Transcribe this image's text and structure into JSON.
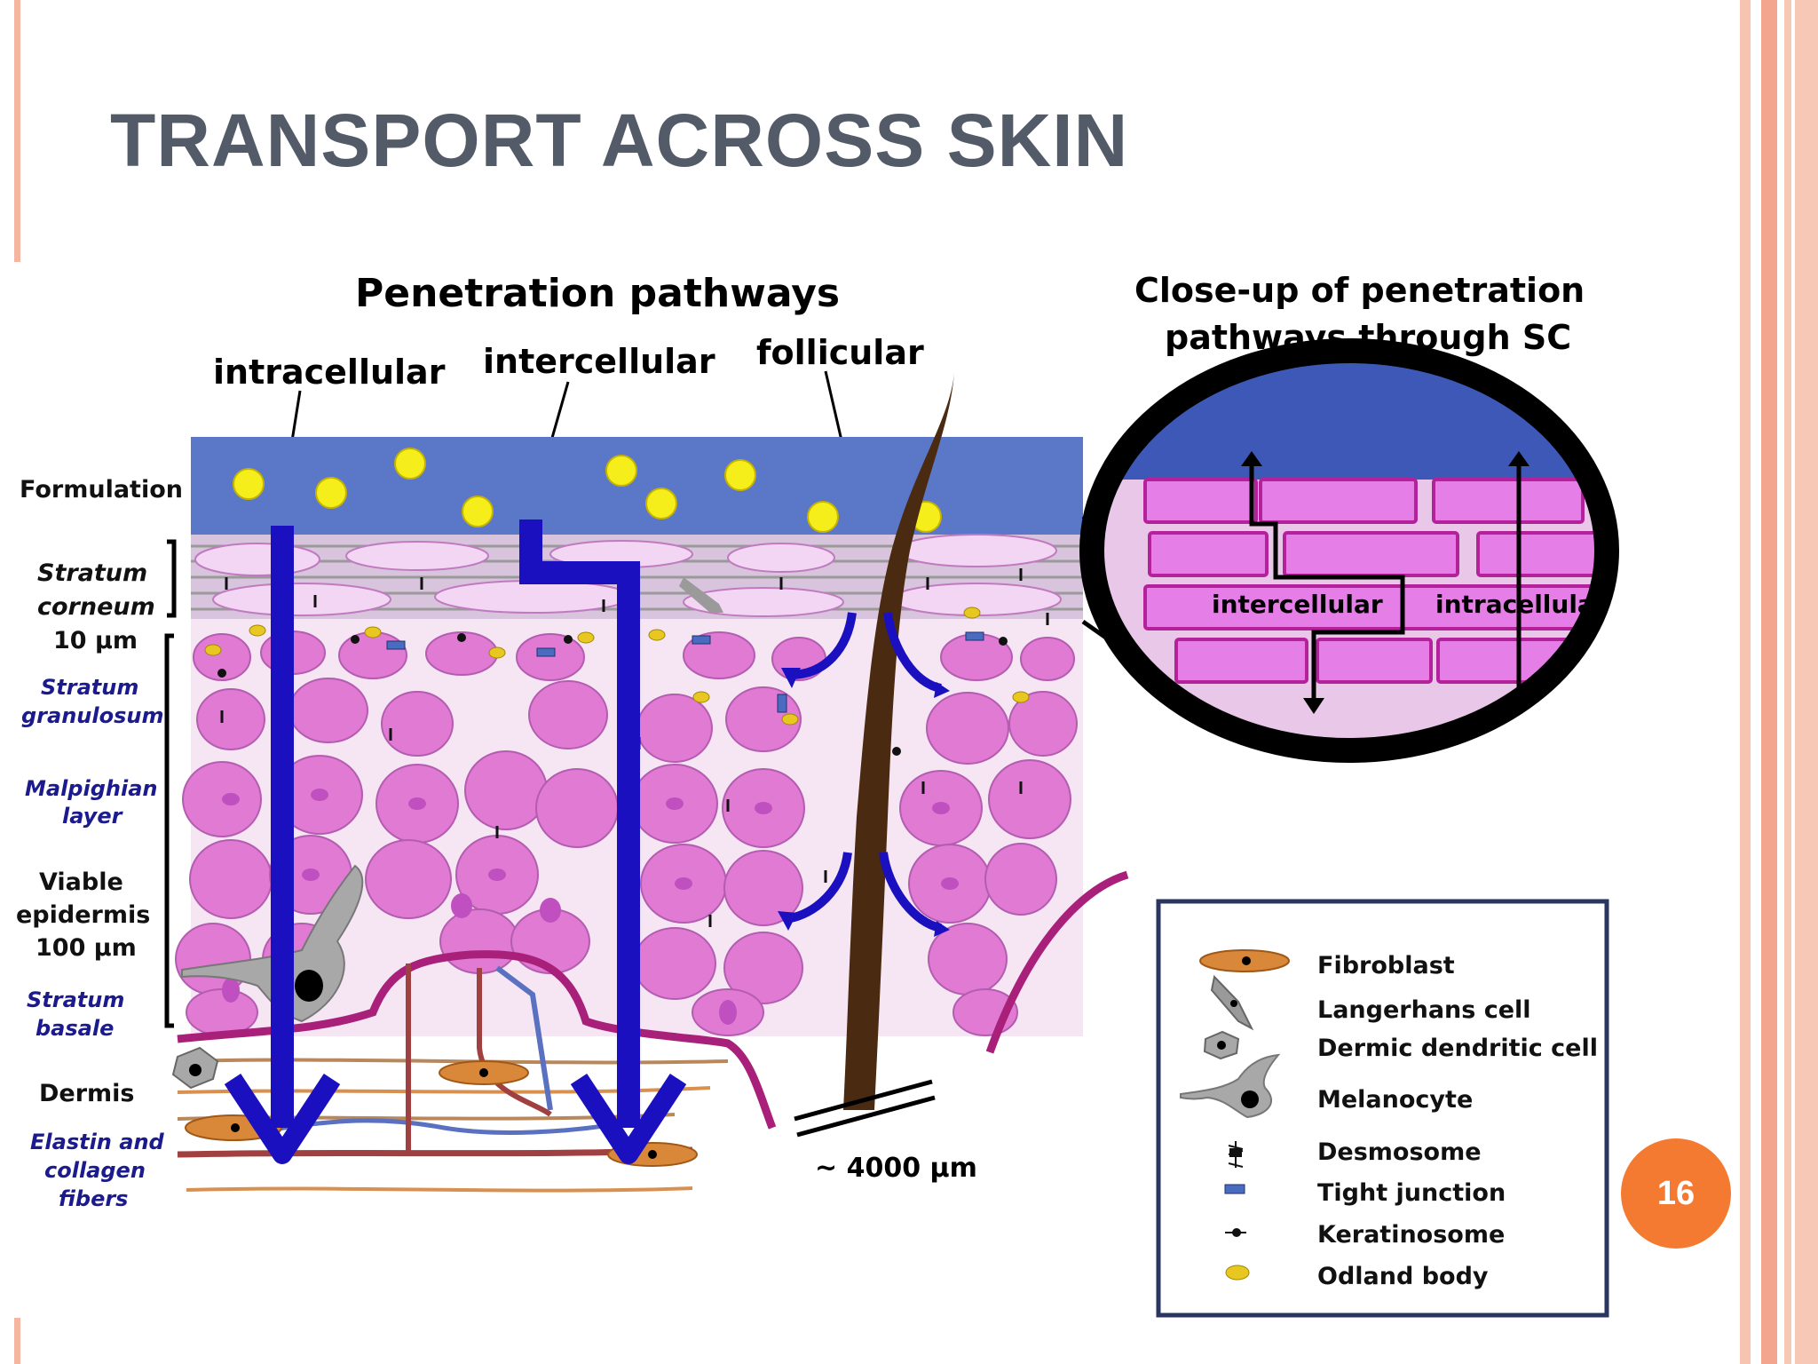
{
  "slide": {
    "title": "TRANSPORT ACROSS SKIN",
    "page_number": "16"
  },
  "diagram": {
    "heading": "Penetration pathways",
    "pathways": {
      "intracellular": "intracellular",
      "intercellular": "intercellular",
      "follicular": "follicular"
    },
    "closeup": {
      "title_line1": "Close-up of penetration",
      "title_line2": "pathways through SC",
      "intercellular": "intercellular",
      "intracellular": "intracellular"
    },
    "layers": {
      "formulation": "Formulation",
      "stratum_corneum_1": "Stratum",
      "stratum_corneum_2": "corneum",
      "stratum_corneum_size": "10 µm",
      "stratum_granulosum_1": "Stratum",
      "stratum_granulosum_2": "granulosum",
      "malpighian_1": "Malpighian",
      "malpighian_2": "layer",
      "viable_1": "Viable",
      "viable_2": "epidermis",
      "viable_size": "100 µm",
      "stratum_basale_1": "Stratum",
      "stratum_basale_2": "basale",
      "dermis": "Dermis",
      "elastin_1": "Elastin and",
      "elastin_2": "collagen",
      "elastin_3": "fibers"
    },
    "follicle_depth": "~ 4000 µm",
    "colors": {
      "formulation": "#5b78c8",
      "arrow": "#1a10c0",
      "cell_pink": "#e07ad2",
      "cell_nucleus": "#c050c0",
      "hair": "#4a2a10",
      "particle": "#f5ee1a"
    }
  },
  "legend": {
    "items": [
      {
        "label": "Fibroblast",
        "icon": "fibroblast-icon"
      },
      {
        "label": "Langerhans cell",
        "icon": "langerhans-cell-icon"
      },
      {
        "label": "Dermic  dendritic cell",
        "icon": "dermic-dendritic-cell-icon"
      },
      {
        "label": "Melanocyte",
        "icon": "melanocyte-icon"
      },
      {
        "label": "Desmosome",
        "icon": "desmosome-icon"
      },
      {
        "label": "Tight junction",
        "icon": "tight-junction-icon"
      },
      {
        "label": "Keratinosome",
        "icon": "keratinosome-icon"
      },
      {
        "label": "Odland  body",
        "icon": "odland-body-icon"
      }
    ]
  }
}
